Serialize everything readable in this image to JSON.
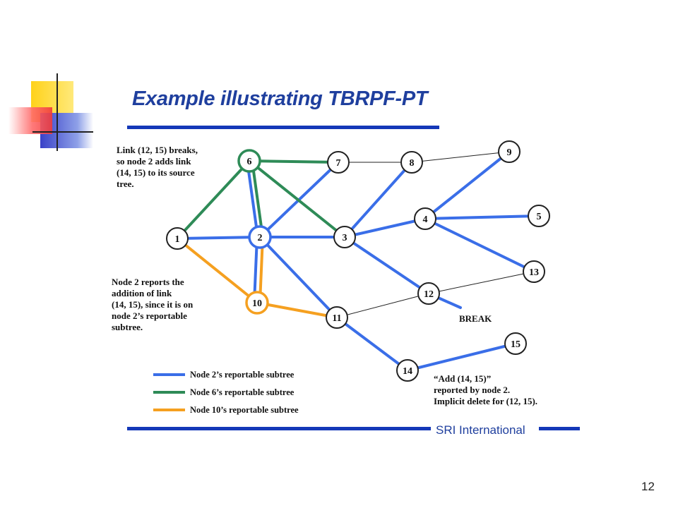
{
  "slide": {
    "title": "Example illustrating TBRPF-PT",
    "footer": "SRI International",
    "page_number": "12"
  },
  "notes": {
    "link_break": "Link (12, 15) breaks,\nso node 2 adds link\n(14, 15) to its source\ntree.",
    "node2_reports": "Node 2 reports the\naddition of link\n(14, 15), since it is on\nnode 2’s reportable\nsubtree.",
    "add_reported": "“Add (14, 15)”\nreported by node 2.\nImplicit delete for (12, 15)."
  },
  "diagram": {
    "break_label": "BREAK",
    "colors": {
      "blue": "#3a6ee8",
      "green": "#2e8b57",
      "orange": "#f5a020",
      "black": "#222222"
    },
    "nodes": [
      {
        "id": "1",
        "label": "1",
        "ring": "black"
      },
      {
        "id": "2",
        "label": "2",
        "ring": "blue"
      },
      {
        "id": "3",
        "label": "3",
        "ring": "black"
      },
      {
        "id": "4",
        "label": "4",
        "ring": "black"
      },
      {
        "id": "5",
        "label": "5",
        "ring": "black"
      },
      {
        "id": "6",
        "label": "6",
        "ring": "green"
      },
      {
        "id": "7",
        "label": "7",
        "ring": "black"
      },
      {
        "id": "8",
        "label": "8",
        "ring": "black"
      },
      {
        "id": "9",
        "label": "9",
        "ring": "black"
      },
      {
        "id": "10",
        "label": "10",
        "ring": "orange"
      },
      {
        "id": "11",
        "label": "11",
        "ring": "black"
      },
      {
        "id": "12",
        "label": "12",
        "ring": "black"
      },
      {
        "id": "13",
        "label": "13",
        "ring": "black"
      },
      {
        "id": "14",
        "label": "14",
        "ring": "black"
      },
      {
        "id": "15",
        "label": "15",
        "ring": "black"
      }
    ],
    "edges": [
      {
        "from": "7",
        "to": "8",
        "color": "black"
      },
      {
        "from": "8",
        "to": "9",
        "color": "black"
      },
      {
        "from": "11",
        "to": "12",
        "color": "black"
      },
      {
        "from": "12",
        "to": "13",
        "color": "black"
      },
      {
        "from": "1",
        "to": "2",
        "color": "blue"
      },
      {
        "from": "2",
        "to": "3",
        "color": "blue"
      },
      {
        "from": "2",
        "to": "7",
        "color": "blue"
      },
      {
        "from": "2",
        "to": "6",
        "color": "blue"
      },
      {
        "from": "2",
        "to": "10",
        "color": "blue"
      },
      {
        "from": "2",
        "to": "11",
        "color": "blue"
      },
      {
        "from": "3",
        "to": "8",
        "color": "blue"
      },
      {
        "from": "3",
        "to": "4",
        "color": "blue"
      },
      {
        "from": "3",
        "to": "12",
        "color": "blue"
      },
      {
        "from": "4",
        "to": "9",
        "color": "blue"
      },
      {
        "from": "4",
        "to": "5",
        "color": "blue"
      },
      {
        "from": "4",
        "to": "13",
        "color": "blue"
      },
      {
        "from": "11",
        "to": "14",
        "color": "blue"
      },
      {
        "from": "14",
        "to": "15",
        "color": "blue"
      },
      {
        "from": "12",
        "to": "break",
        "color": "blue"
      },
      {
        "from": "6",
        "to": "1",
        "color": "green"
      },
      {
        "from": "6",
        "to": "7",
        "color": "green"
      },
      {
        "from": "6",
        "to": "2",
        "color": "green"
      },
      {
        "from": "6",
        "to": "3",
        "color": "green"
      },
      {
        "from": "1",
        "to": "10",
        "color": "orange"
      },
      {
        "from": "2",
        "to": "10",
        "color": "orange"
      },
      {
        "from": "10",
        "to": "11",
        "color": "orange"
      }
    ],
    "legend": [
      {
        "label": "Node 2’s reportable subtree",
        "color": "blue"
      },
      {
        "label": "Node 6’s reportable subtree",
        "color": "green"
      },
      {
        "label": "Node 10’s reportable subtree",
        "color": "orange"
      }
    ]
  }
}
